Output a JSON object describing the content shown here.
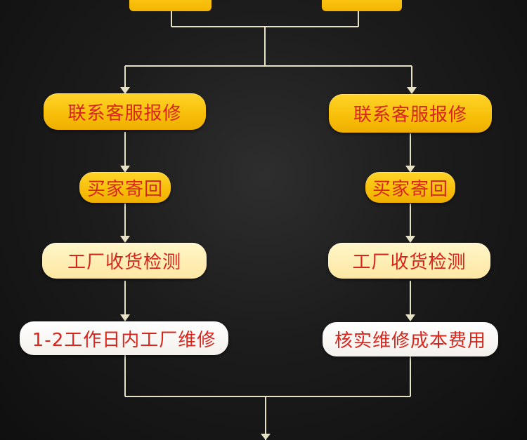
{
  "colors": {
    "background": "#1c1c1c",
    "connector": "#e6e1c4",
    "text": "#d8261d",
    "yellow_node": "#f7be08",
    "cream_node": "#fde7a2",
    "white_node": "#ffffff"
  },
  "flow": {
    "top": {
      "left_label": "",
      "right_label": ""
    },
    "left": {
      "step1": "联系客服报修",
      "step2": "买家寄回",
      "step3": "工厂收货检测",
      "step4": "1-2工作日内工厂维修"
    },
    "right": {
      "step1": "联系客服报修",
      "step2": "买家寄回",
      "step3": "工厂收货检测",
      "step4": "核实维修成本费用"
    }
  }
}
